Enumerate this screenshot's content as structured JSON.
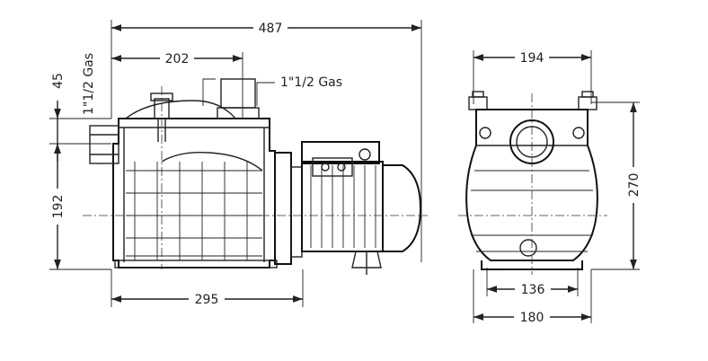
{
  "dimensions": {
    "overall_length": "487",
    "inlet_to_outlet": "202",
    "base_length": "295",
    "inlet_height_offset": "45",
    "axis_height": "192",
    "front_width": "194",
    "total_height": "270",
    "base_inner": "136",
    "base_outer": "180"
  },
  "labels": {
    "outlet_connection": "1\"1/2 Gas",
    "inlet_connection": "1\"1/2 Gas"
  },
  "colors": {
    "line": "#222222",
    "background": "#ffffff"
  }
}
